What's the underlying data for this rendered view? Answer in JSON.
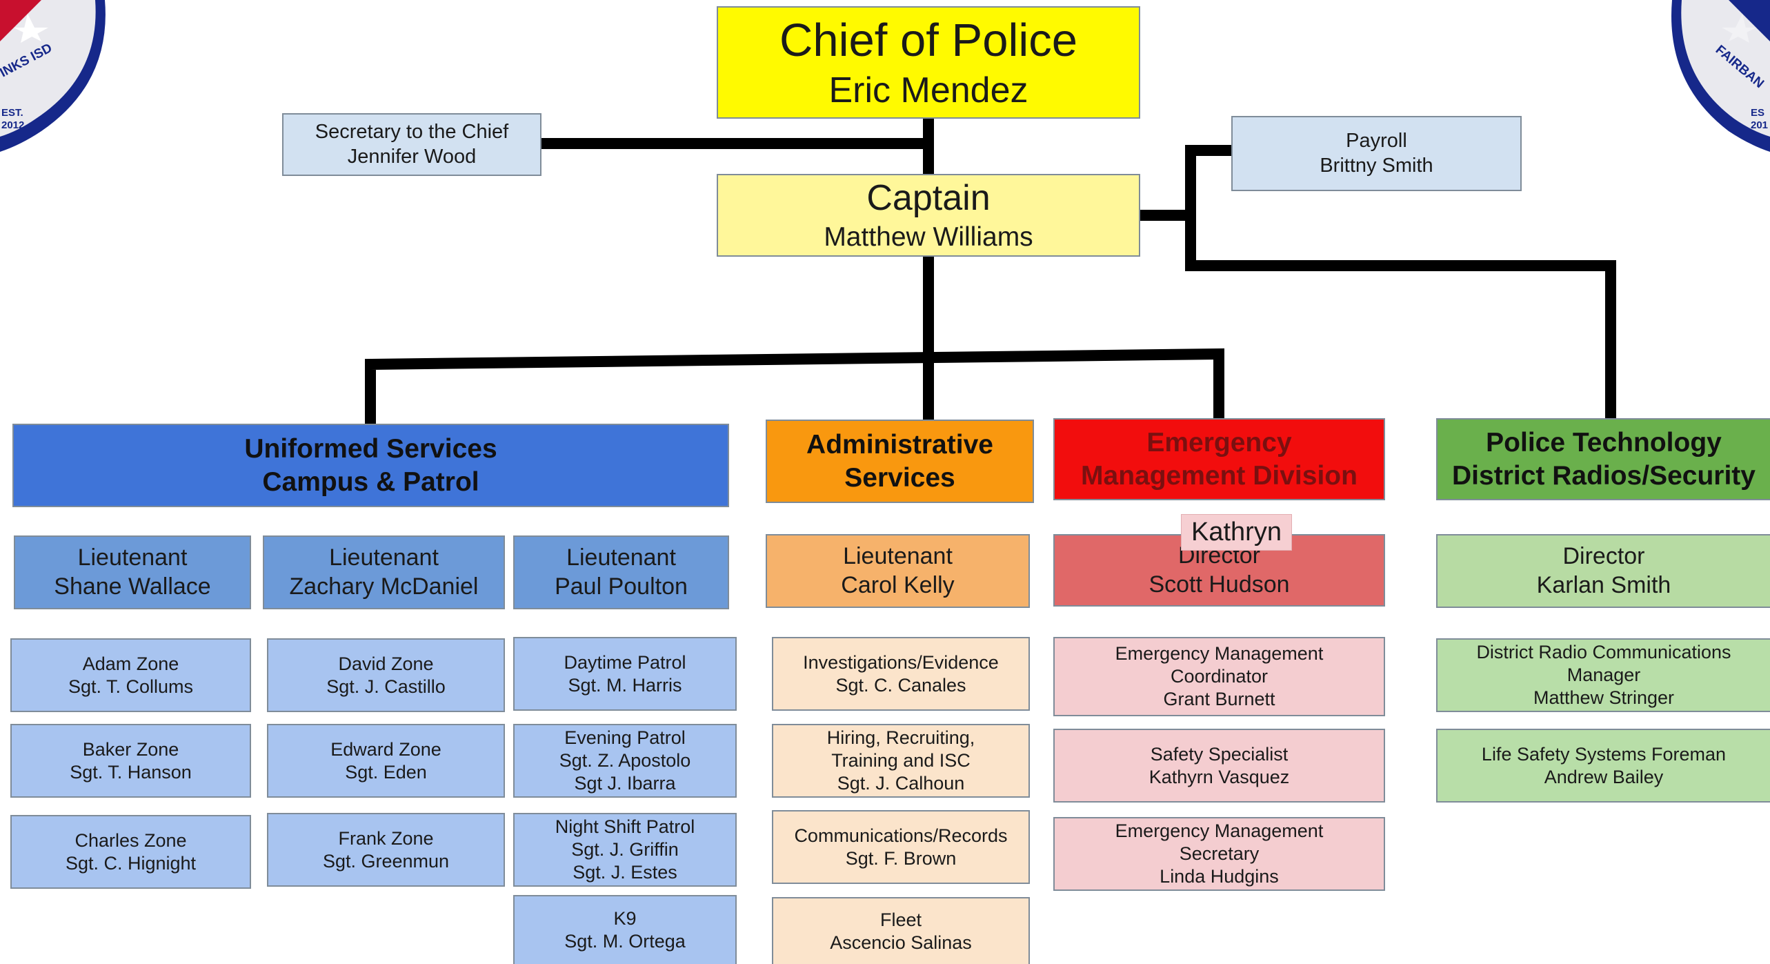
{
  "colors": {
    "chief": "#fffa00",
    "captain": "#fff79a",
    "staff": "#d2e1f1",
    "uniformed": "#3f74d8",
    "uniformed_lt": "#6c9ad8",
    "uniformed_unit": "#a8c4f0",
    "admin": "#f9980f",
    "admin_lt": "#f6b26b",
    "admin_unit": "#fbe4cb",
    "emergency": "#f20d0d",
    "emergency_lt": "#e06868",
    "emergency_unit": "#f4cdd0",
    "tech": "#6ab04c",
    "tech_lt": "#b7dba3",
    "tech_unit": "#b8dea8",
    "line": "#000000"
  },
  "logos": {
    "left": {
      "icon": "fisd-police-badge-icon",
      "lines": [
        "INKS ISD",
        "EST.",
        "2012"
      ]
    },
    "right": {
      "icon": "fisd-police-badge-icon",
      "lines": [
        "FAIRBAN",
        "ES",
        "201"
      ]
    }
  },
  "chief": {
    "title": "Chief of Police",
    "name": "Eric Mendez"
  },
  "secretary": {
    "title": "Secretary to the Chief",
    "name": "Jennifer Wood"
  },
  "payroll": {
    "title": "Payroll",
    "name": "Brittny Smith"
  },
  "captain": {
    "title": "Captain",
    "name": "Matthew Williams"
  },
  "divisions": {
    "uniformed": {
      "line1": "Uniformed Services",
      "line2": "Campus & Patrol",
      "lieutenants": [
        {
          "title": "Lieutenant",
          "name": "Shane Wallace"
        },
        {
          "title": "Lieutenant",
          "name": "Zachary McDaniel"
        },
        {
          "title": "Lieutenant",
          "name": "Paul Poulton"
        }
      ],
      "units": [
        [
          "Adam Zone",
          "Sgt. T. Collums"
        ],
        [
          "Baker Zone",
          "Sgt. T. Hanson"
        ],
        [
          "Charles Zone",
          "Sgt. C. Hignight"
        ],
        [
          "David Zone",
          "Sgt. J. Castillo"
        ],
        [
          "Edward Zone",
          "Sgt. Eden"
        ],
        [
          "Frank Zone",
          "Sgt. Greenmun"
        ],
        [
          "Daytime Patrol",
          "Sgt. M. Harris"
        ],
        [
          "Evening Patrol",
          "Sgt. Z. Apostolo",
          "Sgt J. Ibarra"
        ],
        [
          "Night Shift Patrol",
          "Sgt. J. Griffin",
          "Sgt. J. Estes"
        ],
        [
          "K9",
          "Sgt. M. Ortega"
        ]
      ]
    },
    "admin": {
      "line1": "Administrative",
      "line2": "Services",
      "lieutenant": {
        "title": "Lieutenant",
        "name": "Carol Kelly"
      },
      "units": [
        [
          "Investigations/Evidence",
          "Sgt. C. Canales"
        ],
        [
          "Hiring, Recruiting,",
          "Training and ISC",
          "Sgt. J. Calhoun"
        ],
        [
          "Communications/Records",
          "Sgt. F. Brown"
        ],
        [
          "Fleet",
          "Ascencio Salinas"
        ]
      ]
    },
    "emergency": {
      "line1": "Emergency",
      "line2": "Management Division",
      "director": {
        "title": "Director",
        "name": "Scott Hudson"
      },
      "hover_text": "Kathryn",
      "units": [
        [
          "Emergency Management",
          "Coordinator",
          "Grant Burnett"
        ],
        [
          "Safety Specialist",
          "Kathyrn Vasquez"
        ],
        [
          "Emergency Management",
          "Secretary",
          "Linda Hudgins"
        ]
      ]
    },
    "tech": {
      "line1": "Police Technology",
      "line2": "District Radios/Security",
      "director": {
        "title": "Director",
        "name": "Karlan Smith"
      },
      "units": [
        [
          "District Radio Communications",
          "Manager",
          "Matthew Stringer"
        ],
        [
          "Life Safety Systems Foreman",
          "Andrew Bailey"
        ]
      ]
    }
  }
}
